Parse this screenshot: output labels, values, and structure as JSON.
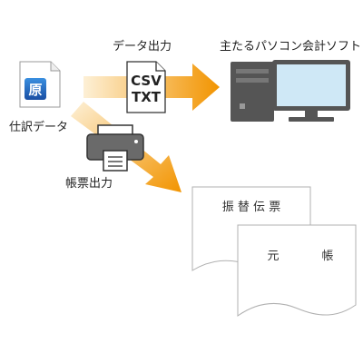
{
  "labels": {
    "data_output": "データ出力",
    "accounting_software": "主たるパソコン会計ソフト",
    "journal_data": "仕訳データ",
    "ledger_output": "帳票出力"
  },
  "file_icon": {
    "line1": "CSV",
    "line2": "TXT"
  },
  "app_icon": {
    "letter": "原",
    "icon": "app-document-icon"
  },
  "documents": {
    "transfer_slip": "振 替 伝 票",
    "ledger_left": "元",
    "ledger_right": "帳"
  },
  "icons": {
    "printer": "printer-icon",
    "computer": "desktop-computer-icon"
  },
  "colors": {
    "arrow_start": "#fbe3b4",
    "arrow_end": "#f29400",
    "monitor_screen": "#cfe8f6",
    "computer_body": "#555555",
    "app_blue": "#1e63b8"
  }
}
